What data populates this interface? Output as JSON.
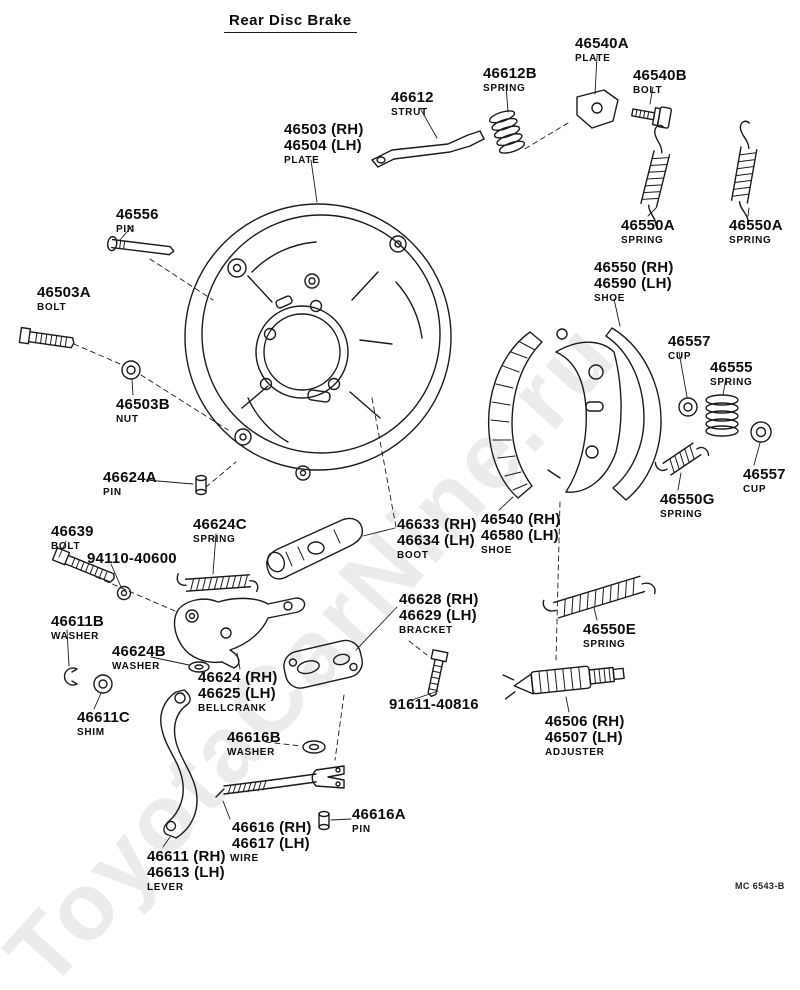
{
  "title": "Rear Disc Brake",
  "watermark": "ToyotaCarNine.ru",
  "footer_code": "MC 6543-B",
  "colors": {
    "ink": "#1b1b1b",
    "background": "#ffffff"
  },
  "labels": [
    {
      "lines": [
        "46540A",
        "PLATE"
      ]
    },
    {
      "lines": [
        "46612B",
        "SPRING"
      ]
    },
    {
      "lines": [
        "46540B",
        "BOLT"
      ]
    },
    {
      "lines": [
        "46612",
        "STRUT"
      ]
    },
    {
      "lines": [
        "46503 (RH)",
        "46504 (LH)",
        "PLATE"
      ]
    },
    {
      "lines": [
        "46556",
        "PIN"
      ]
    },
    {
      "lines": [
        "46550A",
        "SPRING"
      ]
    },
    {
      "lines": [
        "46550A",
        "SPRING"
      ]
    },
    {
      "lines": [
        "46503A",
        "BOLT"
      ]
    },
    {
      "lines": [
        "46550 (RH)",
        "46590 (LH)",
        "SHOE"
      ]
    },
    {
      "lines": [
        "46557",
        "CUP"
      ]
    },
    {
      "lines": [
        "46555",
        "SPRING"
      ]
    },
    {
      "lines": [
        "46503B",
        "NUT"
      ]
    },
    {
      "lines": [
        "46557",
        "CUP"
      ]
    },
    {
      "lines": [
        "46550G",
        "SPRING"
      ]
    },
    {
      "lines": [
        "46624A",
        "PIN"
      ]
    },
    {
      "lines": [
        "46639",
        "BOLT"
      ]
    },
    {
      "lines": [
        "46624C",
        "SPRING"
      ]
    },
    {
      "lines": [
        "94110-40600"
      ]
    },
    {
      "lines": [
        "46633 (RH)",
        "46634 (LH)",
        "BOOT"
      ]
    },
    {
      "lines": [
        "46540 (RH)",
        "46580 (LH)",
        "SHOE"
      ]
    },
    {
      "lines": [
        "46611B",
        "WASHER"
      ]
    },
    {
      "lines": [
        "46628 (RH)",
        "46629 (LH)",
        "BRACKET"
      ]
    },
    {
      "lines": [
        "46550E",
        "SPRING"
      ]
    },
    {
      "lines": [
        "46624B",
        "WASHER"
      ]
    },
    {
      "lines": [
        "46624 (RH)",
        "46625 (LH)",
        "BELLCRANK"
      ]
    },
    {
      "lines": [
        "91611-40816"
      ]
    },
    {
      "lines": [
        "46611C",
        "SHIM"
      ]
    },
    {
      "lines": [
        "46506 (RH)",
        "46507 (LH)",
        "ADJUSTER"
      ]
    },
    {
      "lines": [
        "46616B",
        "WASHER"
      ]
    },
    {
      "lines": [
        "46616A",
        "PIN"
      ]
    },
    {
      "lines": [
        "46616 (RH)",
        "46617 (LH)"
      ]
    },
    {
      "lines": [
        "46611 (RH)",
        "46613 (LH)",
        "LEVER"
      ]
    },
    {
      "lines": [
        "WIRE"
      ]
    }
  ]
}
